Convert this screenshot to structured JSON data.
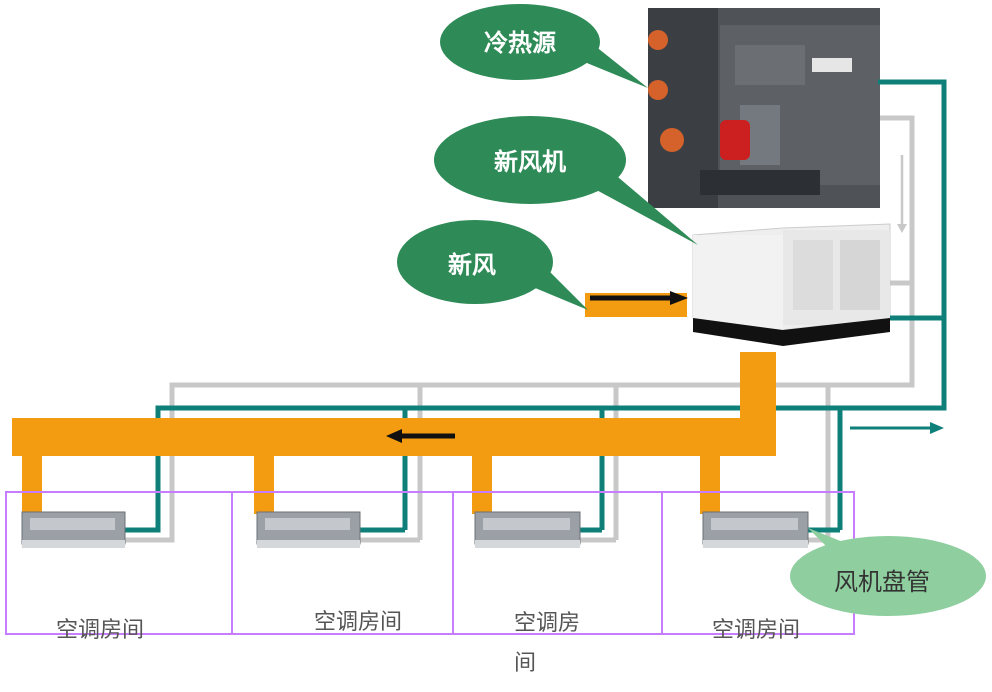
{
  "labels": {
    "heat_source": "冷热源",
    "fresh_air_unit": "新风机",
    "fresh_air": "新风",
    "fan_coil": "风机盘管"
  },
  "rooms": [
    {
      "label": "空调房间"
    },
    {
      "label": "空调房间"
    },
    {
      "label": "空调房\n间"
    },
    {
      "label": "空调房间"
    }
  ],
  "colors": {
    "callout_green": "#2e8b57",
    "callout_light_green": "#8fcf9f",
    "duct_orange": "#f39c12",
    "pipe_teal": "#0f7f7a",
    "pipe_gray": "#c8c8c8",
    "room_border": "#c77dff"
  }
}
